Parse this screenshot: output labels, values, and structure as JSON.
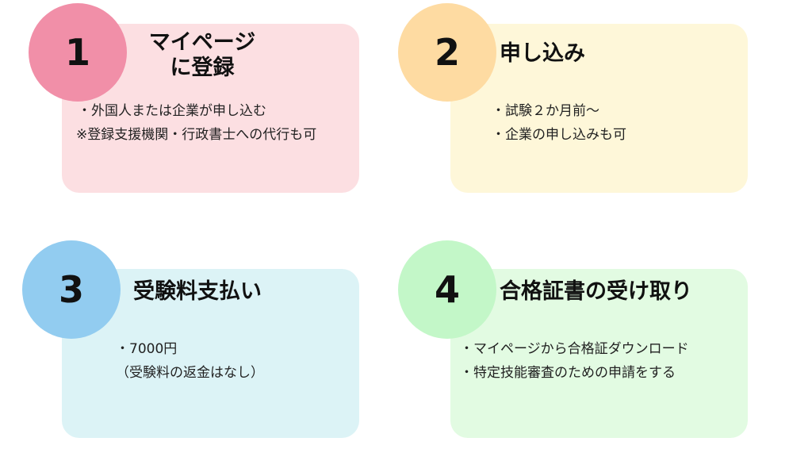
{
  "steps": [
    {
      "number": "1",
      "title_lines": [
        "マイページ",
        "に登録"
      ],
      "lines": [
        "・外国人または企業が申し込む",
        "※登録支援機関・行政書士への代行も可"
      ],
      "card_color": "#fcdfe2",
      "circle_color": "#f18fa8"
    },
    {
      "number": "2",
      "title_lines": [
        "申し込み"
      ],
      "lines": [
        "・試験２か月前〜",
        "・企業の申し込みも可"
      ],
      "card_color": "#fef7d9",
      "circle_color": "#fedba2"
    },
    {
      "number": "3",
      "title_lines": [
        "受験料支払い"
      ],
      "lines": [
        "・7000円",
        "（受験料の返金はなし）"
      ],
      "card_color": "#dcf3f6",
      "circle_color": "#92ccf0"
    },
    {
      "number": "4",
      "title_lines": [
        "合格証書の受け取り"
      ],
      "lines": [
        "・マイページから合格証ダウンロード",
        "・特定技能審査のための申請をする"
      ],
      "card_color": "#e2fbe2",
      "circle_color": "#c3f7c8"
    }
  ]
}
